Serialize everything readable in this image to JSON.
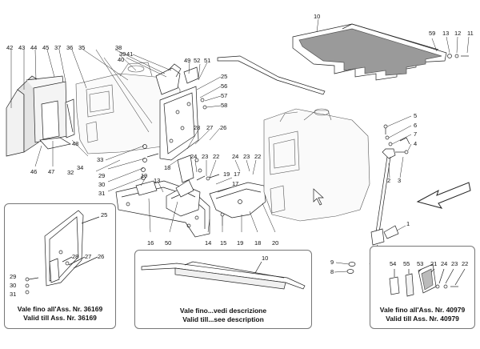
{
  "callouts": {
    "n42": "42",
    "n43": "43",
    "n44": "44",
    "n45": "45",
    "n37": "37",
    "n36": "36",
    "n35": "35",
    "n38": "38",
    "n39": "39",
    "n40": "40",
    "n41": "41",
    "n49": "49",
    "n52": "52",
    "n51": "51",
    "n25": "25",
    "n56": "56",
    "n57": "57",
    "n58": "58",
    "n28": "28",
    "n27": "27",
    "n26": "26",
    "n33": "33",
    "n34": "34",
    "n32": "32",
    "n29": "29",
    "n30": "30",
    "n31": "31",
    "n46": "46",
    "n47": "47",
    "n48": "48",
    "n18": "18",
    "n24": "24",
    "n23": "23",
    "n22": "22",
    "n24b": "24",
    "n23b": "23",
    "n22b": "22",
    "n19": "19",
    "n13": "13",
    "n17": "17",
    "n19b": "19",
    "n17b": "17",
    "n16": "16",
    "n50": "50",
    "n14": "14",
    "n15": "15",
    "n19c": "19",
    "n18b": "18",
    "n20": "20",
    "n10": "10",
    "n59": "59",
    "n13b": "13",
    "n12": "12",
    "n11": "11",
    "n5": "5",
    "n6": "6",
    "n7": "7",
    "n4": "4",
    "n2": "2",
    "n3": "3",
    "n1": "1",
    "n9": "9",
    "n8": "8"
  },
  "inset_left": {
    "caption_it": "Vale fino all'Ass. Nr. 36169",
    "caption_en": "Valid till Ass. Nr. 36169",
    "callouts": {
      "n25": "25",
      "n28": "28",
      "n27": "27",
      "n26": "26",
      "n29": "29",
      "n30": "30",
      "n31": "31"
    }
  },
  "inset_middle": {
    "caption_it": "Vale fino...vedi descrizione",
    "caption_en": "Valid till...see description",
    "callouts": {
      "n10": "10"
    }
  },
  "inset_right": {
    "caption_it": "Vale fino all'Ass. Nr. 40979",
    "caption_en": "Valid till Ass. Nr. 40979",
    "callouts": {
      "n54": "54",
      "n55": "55",
      "n53": "53",
      "n21": "21",
      "n24": "24",
      "n23": "23",
      "n22": "22"
    }
  },
  "colors": {
    "line": "#222222",
    "fill_light": "#f2f2f2",
    "fill_mid": "#d9d9d9",
    "pad": "#9a9a9a"
  }
}
